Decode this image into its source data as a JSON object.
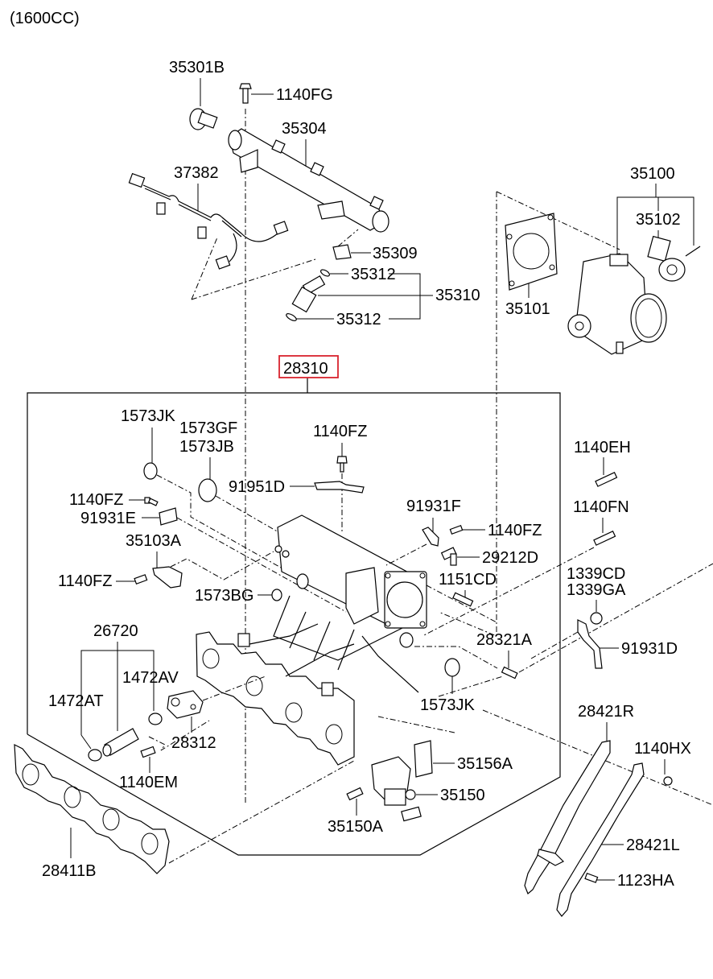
{
  "diagram": {
    "title": "(1600CC)",
    "highlight_color": "#d9232e",
    "assembly": {
      "part_no": "28310",
      "highlighted": true,
      "name": "intake-manifold-assembly"
    },
    "labels": {
      "p35301B": "35301B",
      "p1140FG": "1140FG",
      "p35304": "35304",
      "p37382": "37382",
      "p35309": "35309",
      "p35312a": "35312",
      "p35312b": "35312",
      "p35310": "35310",
      "p35100": "35100",
      "p35102": "35102",
      "p35101": "35101",
      "p1573JK_top": "1573JK",
      "p1573GF": "1573GF",
      "p1573JB": "1573JB",
      "p1140FZ_top": "1140FZ",
      "p91951D": "91951D",
      "p1140FZ_left": "1140FZ",
      "p91931E": "91931E",
      "p35103A": "35103A",
      "p1140FZ_lower": "1140FZ",
      "p1573BG": "1573BG",
      "p91931F": "91931F",
      "p1140FZ_right": "1140FZ",
      "p29212D": "29212D",
      "p1151CD": "1151CD",
      "p1140EH": "1140EH",
      "p1140FN": "1140FN",
      "p1339CD": "1339CD",
      "p1339GA": "1339GA",
      "p91931D": "91931D",
      "p26720": "26720",
      "p1472AV": "1472AV",
      "p1472AT": "1472AT",
      "p28312": "28312",
      "p1140EM": "1140EM",
      "p28321A": "28321A",
      "p1573JK_bottom": "1573JK",
      "p35156A": "35156A",
      "p35150": "35150",
      "p35150A": "35150A",
      "p28411B": "28411B",
      "p28421R": "28421R",
      "p1140HX": "1140HX",
      "p28421L": "28421L",
      "p1123HA": "1123HA"
    }
  }
}
